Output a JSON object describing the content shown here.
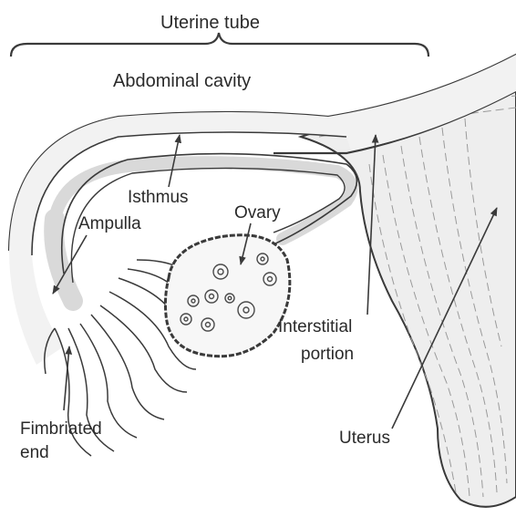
{
  "labels": {
    "uterine_tube": "Uterine tube",
    "abdominal_cavity": "Abdominal cavity",
    "isthmus": "Isthmus",
    "ovary": "Ovary",
    "ampulla": "Ampulla",
    "interstitial_line1": "Interstitial",
    "interstitial_line2": "portion",
    "uterus": "Uterus",
    "fimbriated_line1": "Fimbriated",
    "fimbriated_line2": "end"
  },
  "colors": {
    "line": "#3a3a3a",
    "tube_fill": "#f2f2f2",
    "lumen_fill": "#d9d9d9",
    "uterus_fill": "#eeeeee",
    "ovary_fill": "#f7f7f7",
    "text": "#2a2a2a"
  }
}
